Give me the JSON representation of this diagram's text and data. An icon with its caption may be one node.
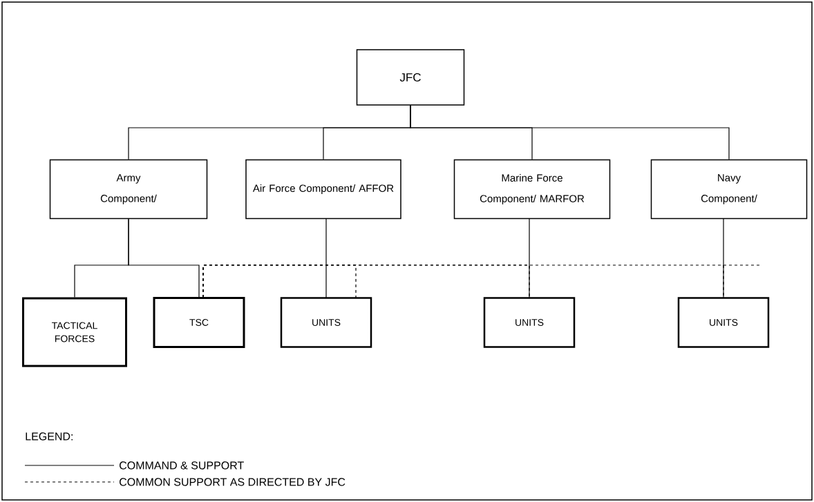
{
  "diagram": {
    "nodes": [
      {
        "text": [
          "JFC"
        ]
      },
      {
        "text": [
          "Army Component/"
        ]
      },
      {
        "text": [
          "Air Force Component/ AFFOR"
        ]
      },
      {
        "text": [
          "Marine Force Component/ MARFOR"
        ]
      },
      {
        "text": [
          "Navy Component/"
        ]
      },
      {
        "text": [
          "TACTICAL FORCES"
        ]
      },
      {
        "text": [
          "TSC"
        ]
      },
      {
        "text": [
          "UNITS"
        ]
      },
      {
        "text": [
          "UNITS"
        ]
      },
      {
        "text": [
          "UNITS"
        ]
      }
    ],
    "edges": [
      {
        "from": 0,
        "to": 1,
        "arrow": "none"
      },
      {
        "from": 0,
        "to": 2,
        "arrow": "none"
      },
      {
        "from": 0,
        "to": 3,
        "arrow": "none"
      },
      {
        "from": 0,
        "to": 4,
        "arrow": "none"
      },
      {
        "from": 1,
        "to": 5,
        "arrow": "none"
      },
      {
        "from": 1,
        "to": 6,
        "arrow": "none"
      },
      {
        "from": 2,
        "to": 7,
        "arrow": "none"
      },
      {
        "from": 3,
        "to": 8,
        "arrow": "none"
      },
      {
        "from": 4,
        "to": 9,
        "arrow": "none"
      },
      {
        "from": 6,
        "to": 7,
        "arrow": "none",
        "style": "dashed"
      },
      {
        "from": 6,
        "to": 8,
        "arrow": "none",
        "style": "dashed"
      },
      {
        "from": 6,
        "to": 9,
        "arrow": "none",
        "style": "dashed"
      }
    ],
    "labels": [
      "LEGEND:"
    ],
    "legend": [
      {
        "text": "COMMAND & SUPPORT"
      },
      {
        "text": "COMMON SUPPORT AS DIRECTED BY JFC"
      }
    ]
  }
}
